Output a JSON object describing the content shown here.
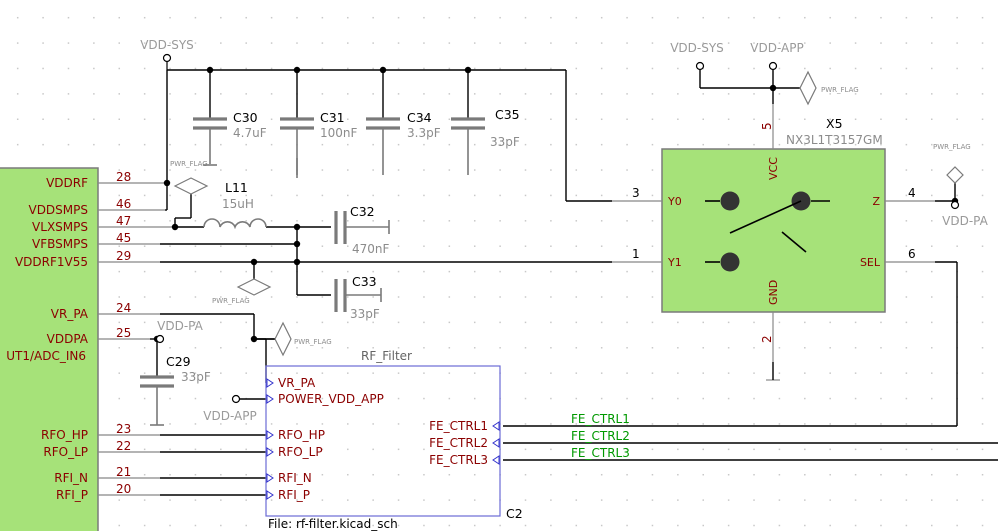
{
  "mcu": {
    "pins": [
      {
        "name": "VDDRF",
        "num": "28"
      },
      {
        "name": "VDDSMPS",
        "num": "46"
      },
      {
        "name": "VLXSMPS",
        "num": "47"
      },
      {
        "name": "VFBSMPS",
        "num": "45"
      },
      {
        "name": "VDDRF1V55",
        "num": "29"
      },
      {
        "name": "VR_PA",
        "num": "24"
      },
      {
        "name": "VDDPA",
        "num": "25"
      },
      {
        "name": "UT1/ADC_IN6",
        "num": ""
      },
      {
        "name": "RFO_HP",
        "num": "23"
      },
      {
        "name": "RFO_LP",
        "num": "22"
      },
      {
        "name": "RFI_N",
        "num": "21"
      },
      {
        "name": "RFI_P",
        "num": "20"
      }
    ]
  },
  "power": {
    "vdd_sys_left": "VDD-SYS",
    "vdd_sys_right": "VDD-SYS",
    "vdd_app_right": "VDD-APP",
    "vdd_pa_mid": "VDD-PA",
    "vdd_app_sheet": "VDD-APP",
    "vdd_pa_right": "VDD-PA",
    "pwr_flag": "PWR_FLAG"
  },
  "components": {
    "c30": {
      "ref": "C30",
      "value": "4.7uF"
    },
    "c31": {
      "ref": "C31",
      "value": "100nF"
    },
    "c34": {
      "ref": "C34",
      "value": "3.3pF"
    },
    "c35": {
      "ref": "C35",
      "value": "33pF"
    },
    "c32": {
      "ref": "C32",
      "value": "470nF"
    },
    "c33": {
      "ref": "C33",
      "value": "33pF"
    },
    "c29": {
      "ref": "C29",
      "value": "33pF"
    },
    "l11": {
      "ref": "L11",
      "value": "15uH"
    },
    "c2": {
      "ref": "C2"
    }
  },
  "switch": {
    "ref": "X5",
    "value": "NX3L1T3157GM",
    "pins": {
      "y0": {
        "name": "Y0",
        "num": "3"
      },
      "y1": {
        "name": "Y1",
        "num": "1"
      },
      "z": {
        "name": "Z",
        "num": "4"
      },
      "sel": {
        "name": "SEL",
        "num": "6"
      },
      "vcc": {
        "name": "VCC",
        "num": "5"
      },
      "gnd": {
        "name": "GND",
        "num": "2"
      }
    }
  },
  "sheet": {
    "name": "RF_Filter",
    "file": "File: rf-filter.kicad_sch",
    "pins_left": [
      "VR_PA",
      "POWER_VDD_APP",
      "RFO_HP",
      "RFO_LP",
      "RFI_N",
      "RFI_P"
    ],
    "pins_right": [
      "FE_CTRL1",
      "FE_CTRL2",
      "FE_CTRL3"
    ]
  },
  "nets": [
    "FE_CTRL1",
    "FE_CTRL2",
    "FE_CTRL3"
  ],
  "colors": {
    "component_fill": "#a6e279",
    "wire": "#000000",
    "net_label": "#009900",
    "sheet_border": "#6b6bd6",
    "pin_text": "#8b0000"
  }
}
